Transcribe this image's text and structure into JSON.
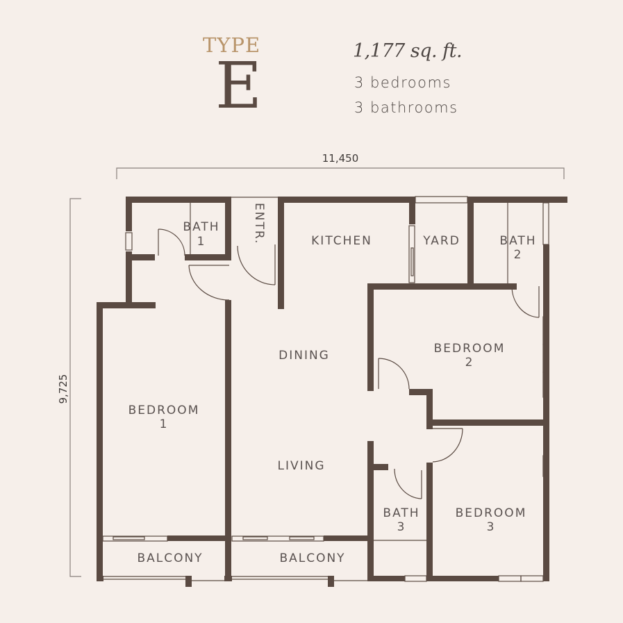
{
  "header": {
    "type_label": "TYPE",
    "type_letter": "E",
    "area": "1,177 sq. ft.",
    "bedrooms": "3 bedrooms",
    "bathrooms": "3 bathrooms"
  },
  "dimensions": {
    "width": "11,450",
    "height": "9,725"
  },
  "rooms": {
    "bath1": {
      "name": "BATH",
      "num": "1"
    },
    "entrance": {
      "name": "ENTR."
    },
    "kitchen": {
      "name": "KITCHEN"
    },
    "yard": {
      "name": "YARD"
    },
    "bath2": {
      "name": "BATH",
      "num": "2"
    },
    "dining": {
      "name": "DINING"
    },
    "bedroom2": {
      "name": "BEDROOM",
      "num": "2"
    },
    "bedroom1": {
      "name": "BEDROOM",
      "num": "1"
    },
    "living": {
      "name": "LIVING"
    },
    "bath3": {
      "name": "BATH",
      "num": "3"
    },
    "bedroom3": {
      "name": "BEDROOM",
      "num": "3"
    },
    "balcony1": {
      "name": "BALCONY"
    },
    "balcony2": {
      "name": "BALCONY"
    }
  },
  "colors": {
    "background": "#f6efea",
    "wall": "#5a4a42",
    "accent": "#b8946a",
    "text": "#4d4643"
  }
}
